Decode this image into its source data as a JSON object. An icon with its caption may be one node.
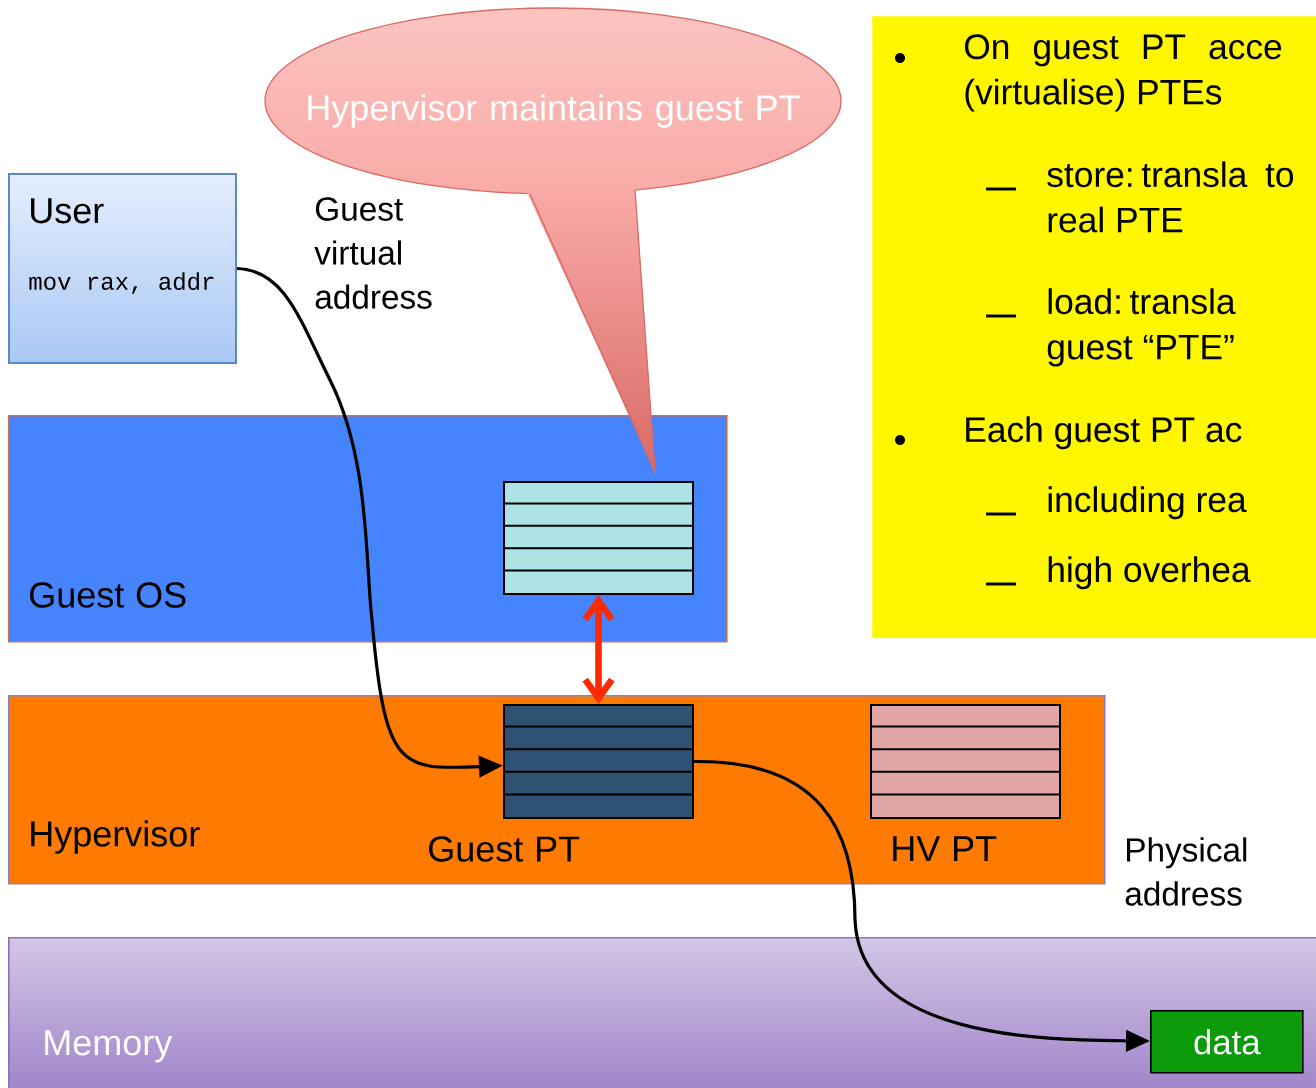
{
  "diagram": {
    "nodes": [
      {
        "text": [
          "User",
          "mov rax, addr"
        ]
      },
      {
        "text": [
          "Guest OS"
        ]
      },
      {
        "text": [],
        "shape": "table",
        "in": 1
      },
      {
        "text": [
          "Hypervisor"
        ]
      },
      {
        "text": [],
        "shape": "table",
        "in": 3,
        "beside": [
          "Guest PT"
        ]
      },
      {
        "text": [],
        "shape": "table",
        "in": 3,
        "beside": [
          "HV PT"
        ]
      },
      {
        "text": [
          "Memory"
        ]
      },
      {
        "text": [
          "data"
        ],
        "in": 6
      },
      {
        "text": [
          "Hypervisor maintains guest PT"
        ]
      },
      {
        "text": [
          "On guest PT acce (virtualise) PTEs",
          "store: transla to real PTE",
          "load: transla guest “PTE”",
          "Each guest PT ac",
          "including rea",
          "high overhea"
        ]
      }
    ],
    "edges": [
      {
        "from": 0,
        "to": 4,
        "arrow": "to"
      },
      {
        "from": 2,
        "to": 4,
        "arrow": "both",
        "style": "thick",
        "color": "#ff2a00"
      },
      {
        "from": 4,
        "to": 7,
        "arrow": "to"
      }
    ],
    "labels": [
      "Guest virtual address",
      "Physical address"
    ]
  }
}
